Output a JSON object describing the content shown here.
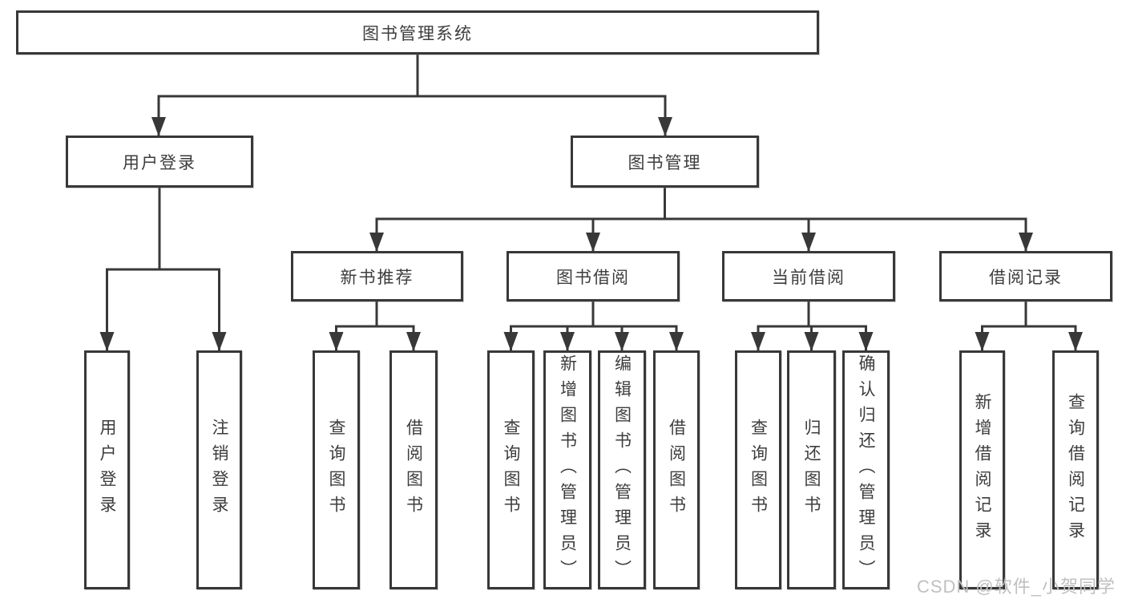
{
  "tree": {
    "root": {
      "label": "图书管理系统"
    },
    "branches": [
      {
        "label": "用户登录",
        "children": [
          {
            "label": "用户登录"
          },
          {
            "label": "注销登录"
          }
        ]
      },
      {
        "label": "图书管理",
        "groups": [
          {
            "label": "新书推荐",
            "children": [
              {
                "label": "查询图书"
              },
              {
                "label": "借阅图书"
              }
            ]
          },
          {
            "label": "图书借阅",
            "children": [
              {
                "label": "查询图书"
              },
              {
                "label": "新增图书（管理员）"
              },
              {
                "label": "编辑图书（管理员）"
              },
              {
                "label": "借阅图书"
              }
            ]
          },
          {
            "label": "当前借阅",
            "children": [
              {
                "label": "查询图书"
              },
              {
                "label": "归还图书"
              },
              {
                "label": "确认归还（管理员）"
              }
            ]
          },
          {
            "label": "借阅记录",
            "children": [
              {
                "label": "新增借阅记录"
              },
              {
                "label": "查询借阅记录"
              }
            ]
          }
        ]
      }
    ]
  },
  "watermark": "CSDN @软件_小贺同学",
  "colors": {
    "line": "#383838",
    "text": "#3d3d3d",
    "watermark": "#c0c0c0",
    "background": "#ffffff"
  }
}
